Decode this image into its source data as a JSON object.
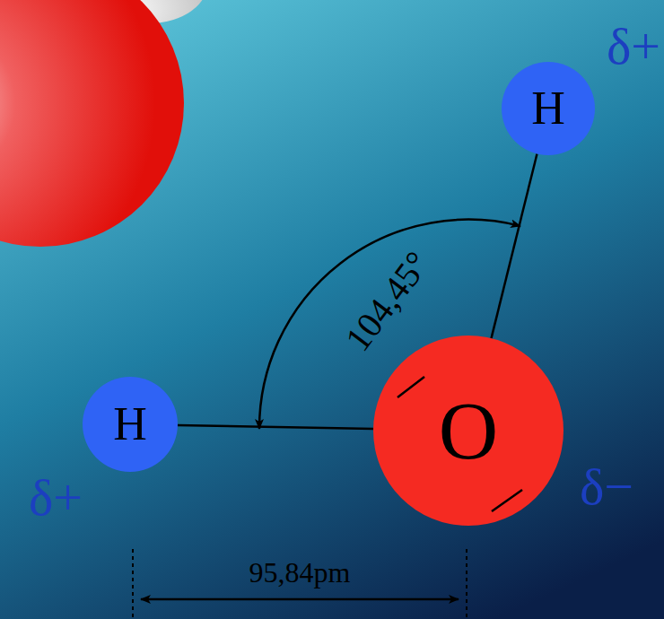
{
  "diagram": {
    "nodes": [
      {
        "text": [
          "H"
        ]
      },
      {
        "text": [
          "H"
        ]
      },
      {
        "text": [
          "O"
        ]
      }
    ],
    "edges": [
      {
        "from": 1,
        "to": 2,
        "arrow": "none"
      },
      {
        "from": 2,
        "to": 0,
        "arrow": "none"
      }
    ],
    "labels": [
      "δ+",
      "δ+",
      "δ−",
      "104,45°",
      "95,84pm"
    ]
  }
}
